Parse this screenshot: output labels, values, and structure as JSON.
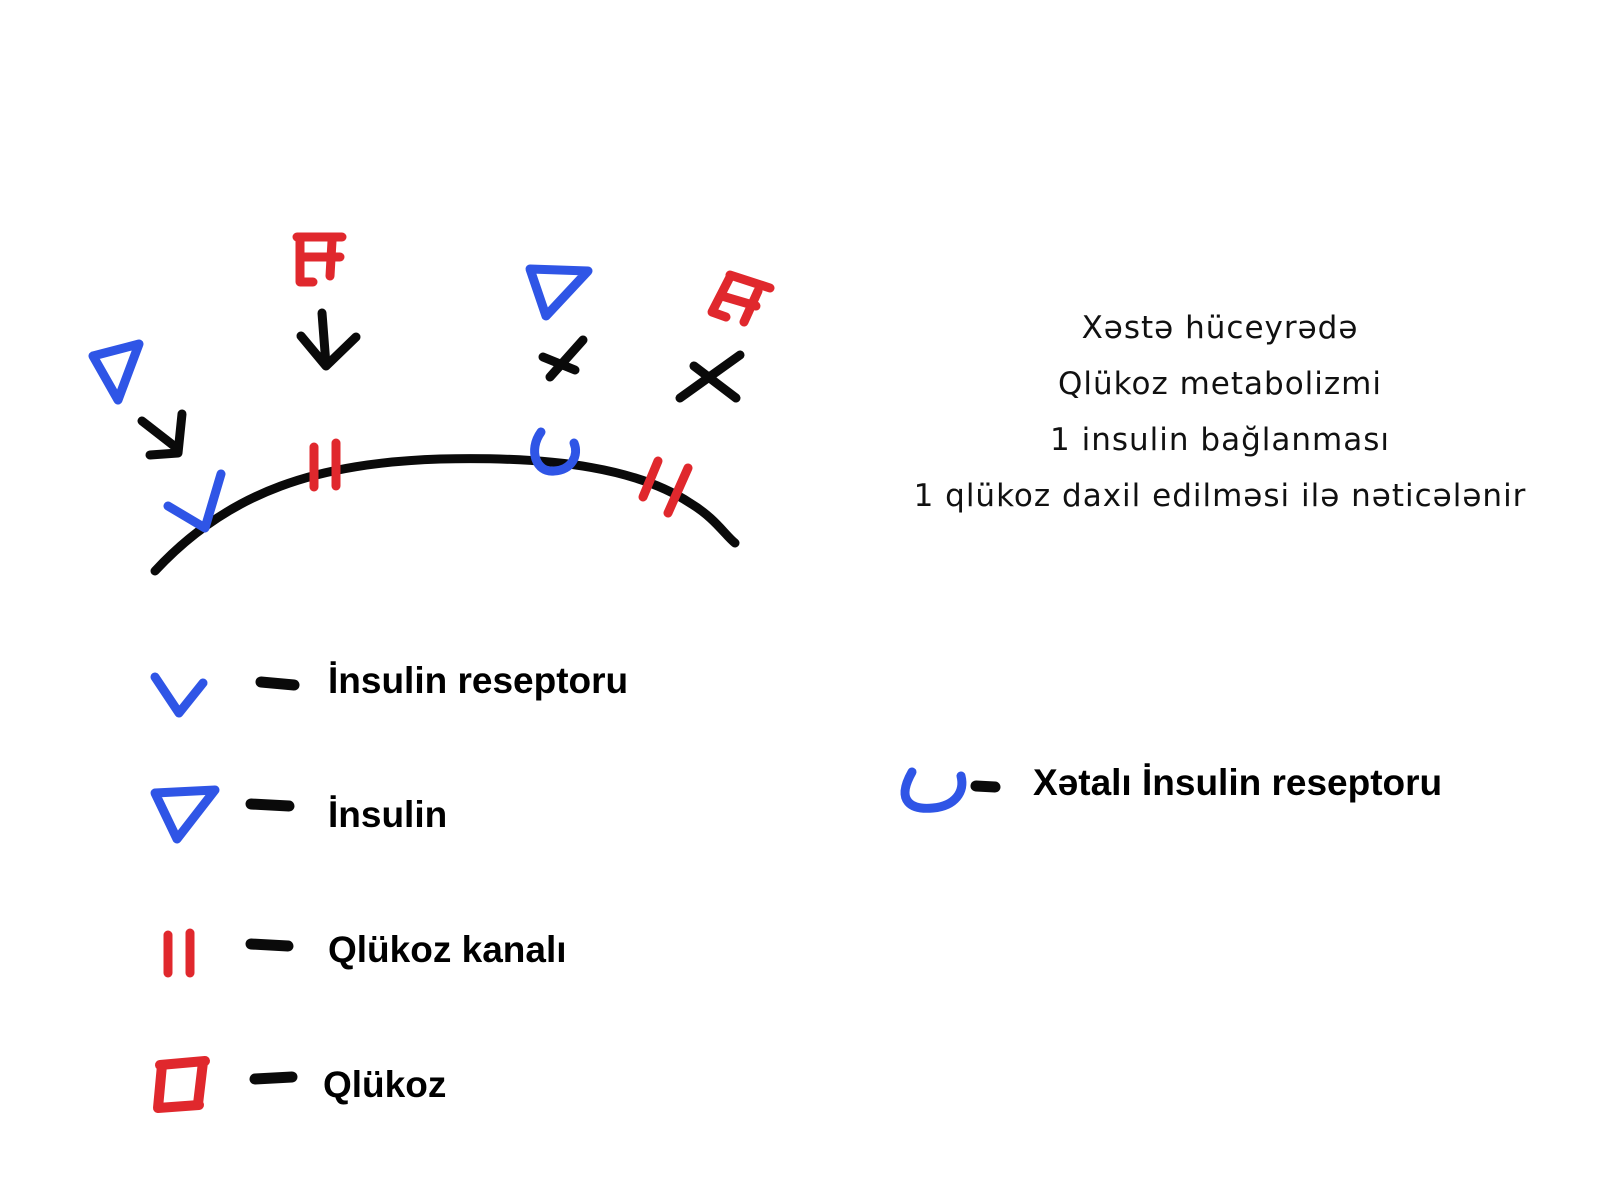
{
  "caption": {
    "line1": "Xəstə hüceyrədə",
    "line2": "Qlükoz metabolizmi",
    "line3": "1 insulin bağlanması",
    "line4": "1 qlükoz daxil edilməsi ilə nəticələnir"
  },
  "legend": {
    "insulin_receptor": "İnsulin reseptoru",
    "insulin": "İnsulin",
    "glucose_channel": "Qlükoz kanalı",
    "glucose": "Qlükoz",
    "faulty_receptor": "Xətalı İnsulin reseptoru"
  },
  "colors": {
    "blue": "#2f55e6",
    "red": "#e0282d",
    "black": "#0a0a0a"
  }
}
